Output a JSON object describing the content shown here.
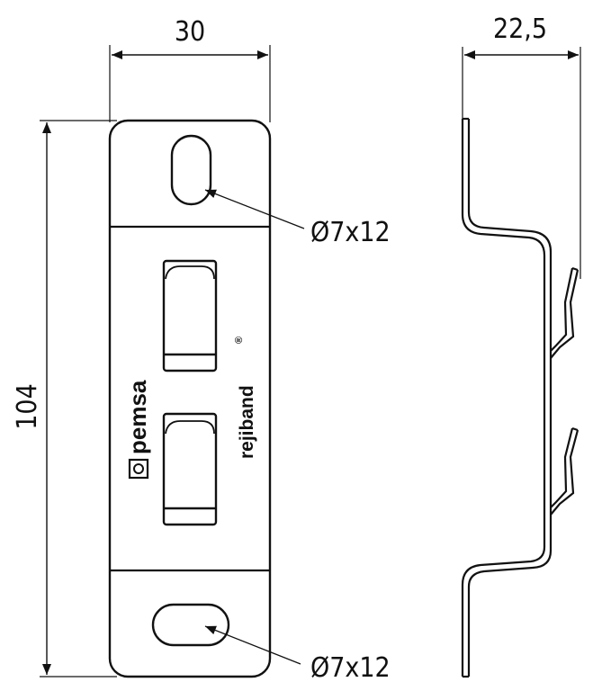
{
  "dimensions": {
    "width": "30",
    "depth": "22,5",
    "height": "104"
  },
  "holes": {
    "top": "Ø7x12",
    "bottom": "Ø7x12"
  },
  "branding": {
    "primary": "pemsa",
    "secondary": "rejiband",
    "registered": "®"
  },
  "colors": {
    "line": "#111111",
    "background": "#ffffff"
  }
}
